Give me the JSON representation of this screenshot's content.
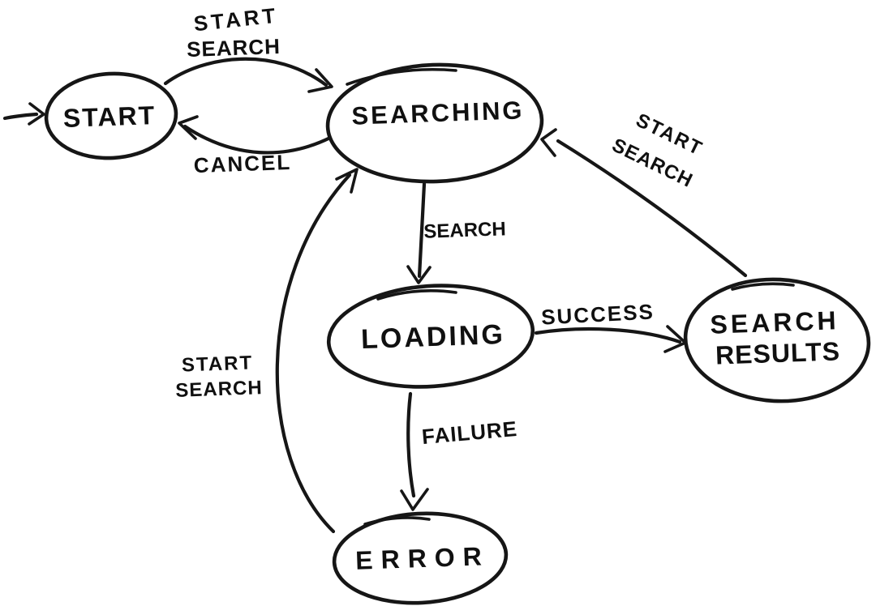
{
  "diagram": {
    "type": "state-machine",
    "background_color": "#ffffff",
    "ink_color": "#161616",
    "initial": {
      "to": "start"
    },
    "states": [
      {
        "id": "start",
        "lines": [
          "START"
        ]
      },
      {
        "id": "searching",
        "lines": [
          "SEARCHING"
        ]
      },
      {
        "id": "loading",
        "lines": [
          "LOADING"
        ]
      },
      {
        "id": "search-results",
        "lines": [
          "SEARCH",
          "RESULTS"
        ]
      },
      {
        "id": "error",
        "lines": [
          "ERROR"
        ]
      }
    ],
    "transitions": [
      {
        "from": "start",
        "to": "searching",
        "lines": [
          "START",
          "SEARCH"
        ]
      },
      {
        "from": "searching",
        "to": "start",
        "lines": [
          "CANCEL"
        ]
      },
      {
        "from": "searching",
        "to": "loading",
        "lines": [
          "SEARCH"
        ]
      },
      {
        "from": "loading",
        "to": "search-results",
        "lines": [
          "SUCCESS"
        ]
      },
      {
        "from": "loading",
        "to": "error",
        "lines": [
          "FAILURE"
        ]
      },
      {
        "from": "error",
        "to": "searching",
        "lines": [
          "START",
          "SEARCH"
        ]
      },
      {
        "from": "search-results",
        "to": "searching",
        "lines": [
          "START",
          "SEARCH"
        ]
      }
    ]
  }
}
